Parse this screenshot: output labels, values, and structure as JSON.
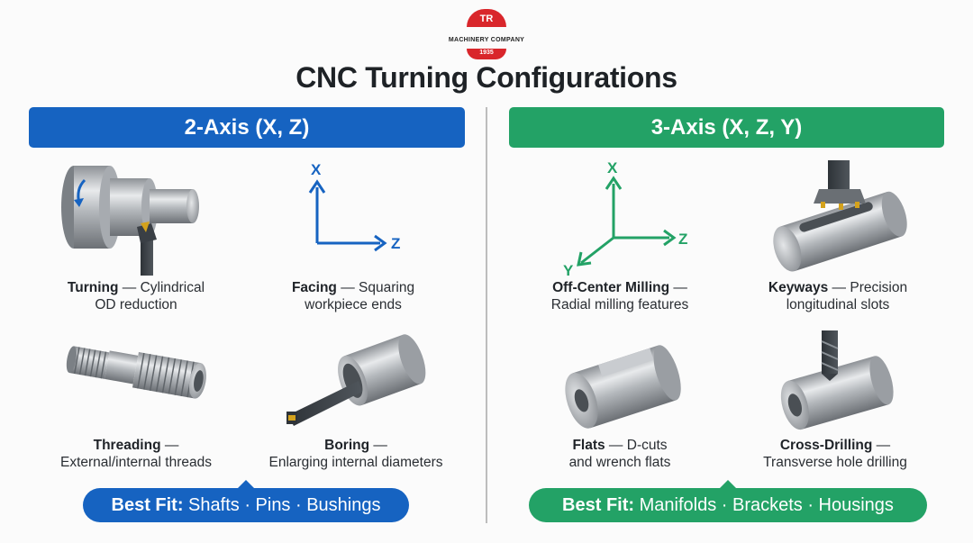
{
  "logo": {
    "initials": "TR",
    "company": "MACHINERY COMPANY",
    "year": "1935",
    "color": "#d9262b"
  },
  "title": "CNC Turning Configurations",
  "colors": {
    "blue": "#1663c1",
    "green": "#23a266",
    "divider": "#bdbdbd"
  },
  "left": {
    "header": "2-Axis (X, Z)",
    "cards": [
      {
        "icon": "turning-icon",
        "title": "Turning",
        "sep": " — ",
        "desc1": "Cylindrical",
        "desc2": "OD reduction"
      },
      {
        "icon": "xz-axes-icon",
        "title": "Facing",
        "sep": " — ",
        "desc1": "Squaring",
        "desc2": "workpiece ends",
        "axes": [
          "X",
          "Z"
        ]
      },
      {
        "icon": "threaded-part-icon",
        "title": "Threading",
        "sep": " —",
        "desc1": "",
        "desc2": "External/internal threads"
      },
      {
        "icon": "boring-bar-icon",
        "title": "Boring",
        "sep": " —",
        "desc1": "",
        "desc2": "Enlarging internal diameters"
      }
    ],
    "best_fit": {
      "label": "Best Fit:",
      "items": " Shafts · Pins · Bushings"
    }
  },
  "right": {
    "header": "3-Axis (X, Z, Y)",
    "cards": [
      {
        "icon": "xzy-axes-icon",
        "title": "Off-Center Milling",
        "sep": " —",
        "desc1": "",
        "desc2": "Radial milling features",
        "axes": [
          "X",
          "Z",
          "Y"
        ]
      },
      {
        "icon": "keyway-mill-icon",
        "title": "Keyways",
        "sep": " — ",
        "desc1": "Precision",
        "desc2": "longitudinal slots"
      },
      {
        "icon": "flat-cut-part-icon",
        "title": "Flats",
        "sep": " — ",
        "desc1": "D-cuts",
        "desc2": "and wrench flats"
      },
      {
        "icon": "cross-drill-icon",
        "title": "Cross-Drilling",
        "sep": " —",
        "desc1": "",
        "desc2": "Transverse hole drilling"
      }
    ],
    "best_fit": {
      "label": "Best Fit:",
      "items": " Manifolds · Brackets · Housings"
    }
  }
}
